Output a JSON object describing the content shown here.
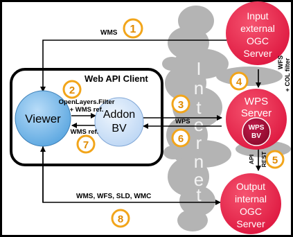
{
  "client": {
    "title": "Web API Client"
  },
  "nodes": {
    "viewer": "Viewer",
    "addon_line1": "Addon",
    "addon_line2": "BV",
    "input_lines": [
      "Input",
      "external",
      "OGC",
      "Server"
    ],
    "wps_lines": [
      "WPS",
      "Server"
    ],
    "wps_bv_lines": [
      "WPS",
      "BV"
    ],
    "output_lines": [
      "Output",
      "internal",
      "OGC",
      "Server"
    ]
  },
  "background": {
    "internet_letters": [
      "I",
      "n",
      "t",
      "e",
      "r",
      "n",
      "e",
      "t"
    ]
  },
  "edges": {
    "wms_top": "WMS",
    "openlayers_line1": "OpenLayers.Filter",
    "openlayers_line2": "+ WMS ref.",
    "wms_ref": "WMS ref.",
    "wps": "WPS",
    "wfs_line1": "WFS",
    "wfs_line2": "+ COL filter",
    "api_line1": "API",
    "api_line2": "REST",
    "bottom": "WMS, WFS, SLD, WMC"
  },
  "steps": [
    "1",
    "2",
    "3",
    "4",
    "5",
    "6",
    "7",
    "8"
  ],
  "colors": {
    "server_fill": "#e8214a",
    "viewer_fill": "#78b8e8",
    "addon_fill": "#cce0f8",
    "step_ring": "#f2a51a",
    "cloud": "#b8b8b8"
  }
}
